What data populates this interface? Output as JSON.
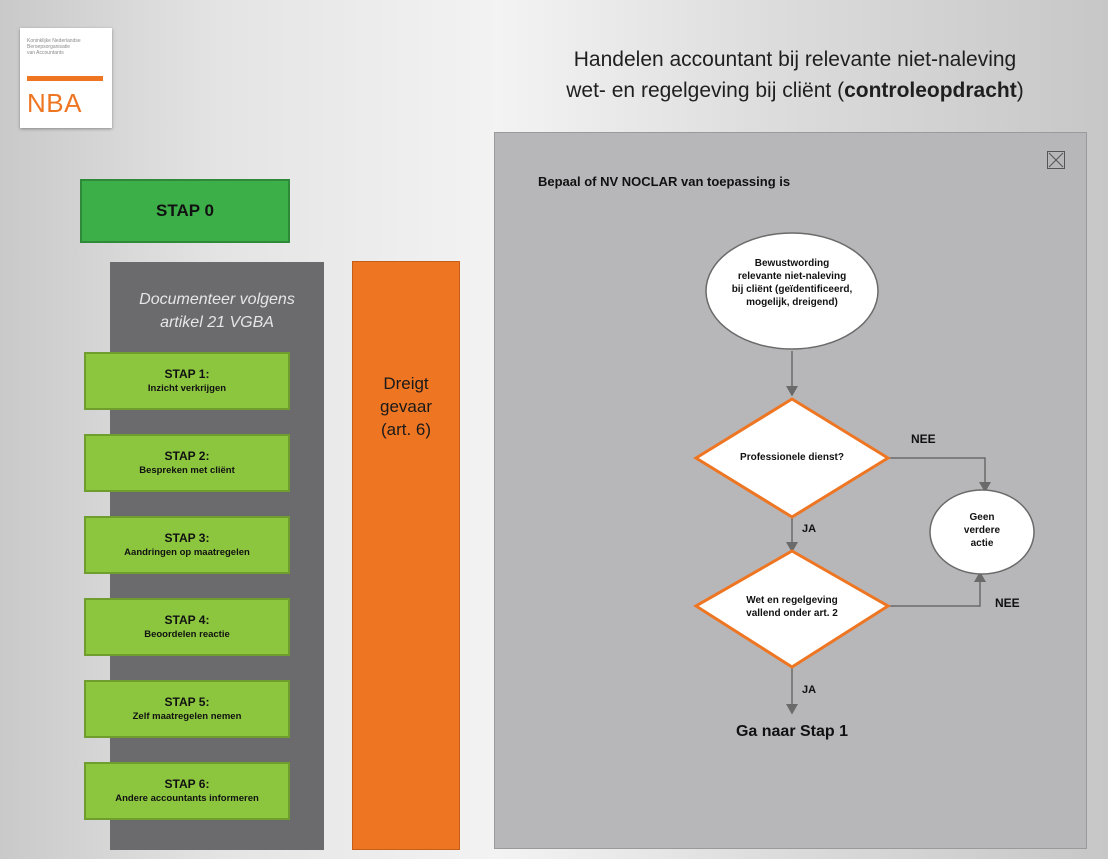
{
  "logo": {
    "small_lines": [
      "Koninklijke Nederlandse",
      "Beroepsorganisatie",
      "van Accountants"
    ],
    "name": "NBA"
  },
  "title": {
    "line1": "Handelen accountant bij relevante niet-naleving",
    "line2_prefix": "wet- en regelgeving bij cliënt (",
    "line2_bold": "controleopdracht",
    "line2_suffix": ")"
  },
  "stap0": {
    "label": "STAP 0"
  },
  "documenteer": {
    "line1": "Documenteer volgens",
    "line2": "artikel 21 VGBA"
  },
  "steps": [
    {
      "title": "STAP 1:",
      "subtitle": "Inzicht verkrijgen"
    },
    {
      "title": "STAP 2:",
      "subtitle": "Bespreken met cliënt"
    },
    {
      "title": "STAP 3:",
      "subtitle": "Aandringen op maatregelen"
    },
    {
      "title": "STAP 4:",
      "subtitle": "Beoordelen reactie"
    },
    {
      "title": "STAP 5:",
      "subtitle": "Zelf maatregelen nemen"
    },
    {
      "title": "STAP 6:",
      "subtitle": "Andere accountants informeren"
    }
  ],
  "dreigt": {
    "line1": "Dreigt",
    "line2": "gevaar",
    "line3": "(art. 6)"
  },
  "panel": {
    "heading": "Bepaal of NV NOCLAR van toepassing is",
    "start_lines": [
      "Bewustwording",
      "relevante niet-naleving",
      "bij cliënt (geïdentificeerd,",
      "mogelijk, dreigend)"
    ],
    "decision1": "Professionele dienst?",
    "decision2_lines": [
      "Wet en regelgeving",
      "vallend onder art. 2"
    ],
    "end_lines": [
      "Geen",
      "verdere",
      "actie"
    ],
    "nee1": "NEE",
    "nee2": "NEE",
    "ja1": "JA",
    "ja2": "JA",
    "final": "Ga naar Stap 1"
  },
  "colors": {
    "green_dark": "#3daf49",
    "green_light": "#8cc63f",
    "orange": "#ee7623",
    "dark_gray": "#6b6b6d",
    "panel_gray": "#b7b7b9"
  }
}
